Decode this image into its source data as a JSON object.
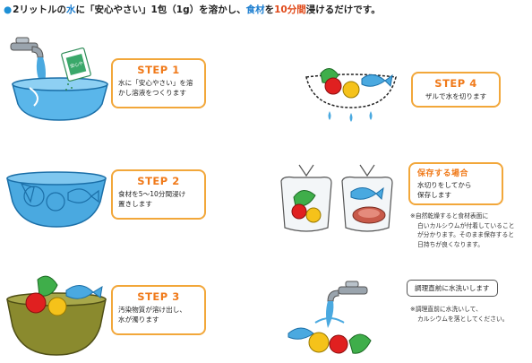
{
  "header": {
    "text_1": "2リットルの",
    "text_2": "水",
    "text_3": "に「安心やさい」1包（1g）を溶かし、",
    "text_4": "食材",
    "text_5": "を",
    "text_6": "10分間",
    "text_7": "浸けるだけです。"
  },
  "package_label": "安心やさい",
  "steps": [
    {
      "title": "STEP 1",
      "desc_1": "水に「安心やさい」を溶",
      "desc_2": "かし溶液をつくります"
    },
    {
      "title": "STEP 2",
      "desc_1": "食材を5～10分間浸け",
      "desc_2": "置きします"
    },
    {
      "title": "STEP 3",
      "desc_1": "汚染物質が溶け出し、",
      "desc_2": "水が濁ります"
    },
    {
      "title": "STEP 4",
      "desc_1": "ザルで水を切ります"
    }
  ],
  "storage": {
    "title": "保存する場合",
    "desc_1": "水切りをしてから",
    "desc_2": "保存します",
    "note_1": "※自然乾燥すると食材表面に",
    "note_2": "白いカルシウムが付着していること",
    "note_3": "が分かります。そのまま保存すると",
    "note_4": "日持ちが良くなります。"
  },
  "rinse": {
    "title": "調理直前に水洗いします",
    "note_1": "※調理直前に水洗いして、",
    "note_2": "カルシウムを落としてください。"
  },
  "colors": {
    "water": "#4aa9e0",
    "step_border": "#f2a73a",
    "step_title": "#f07a1a",
    "header_dot": "#1e90d6"
  }
}
